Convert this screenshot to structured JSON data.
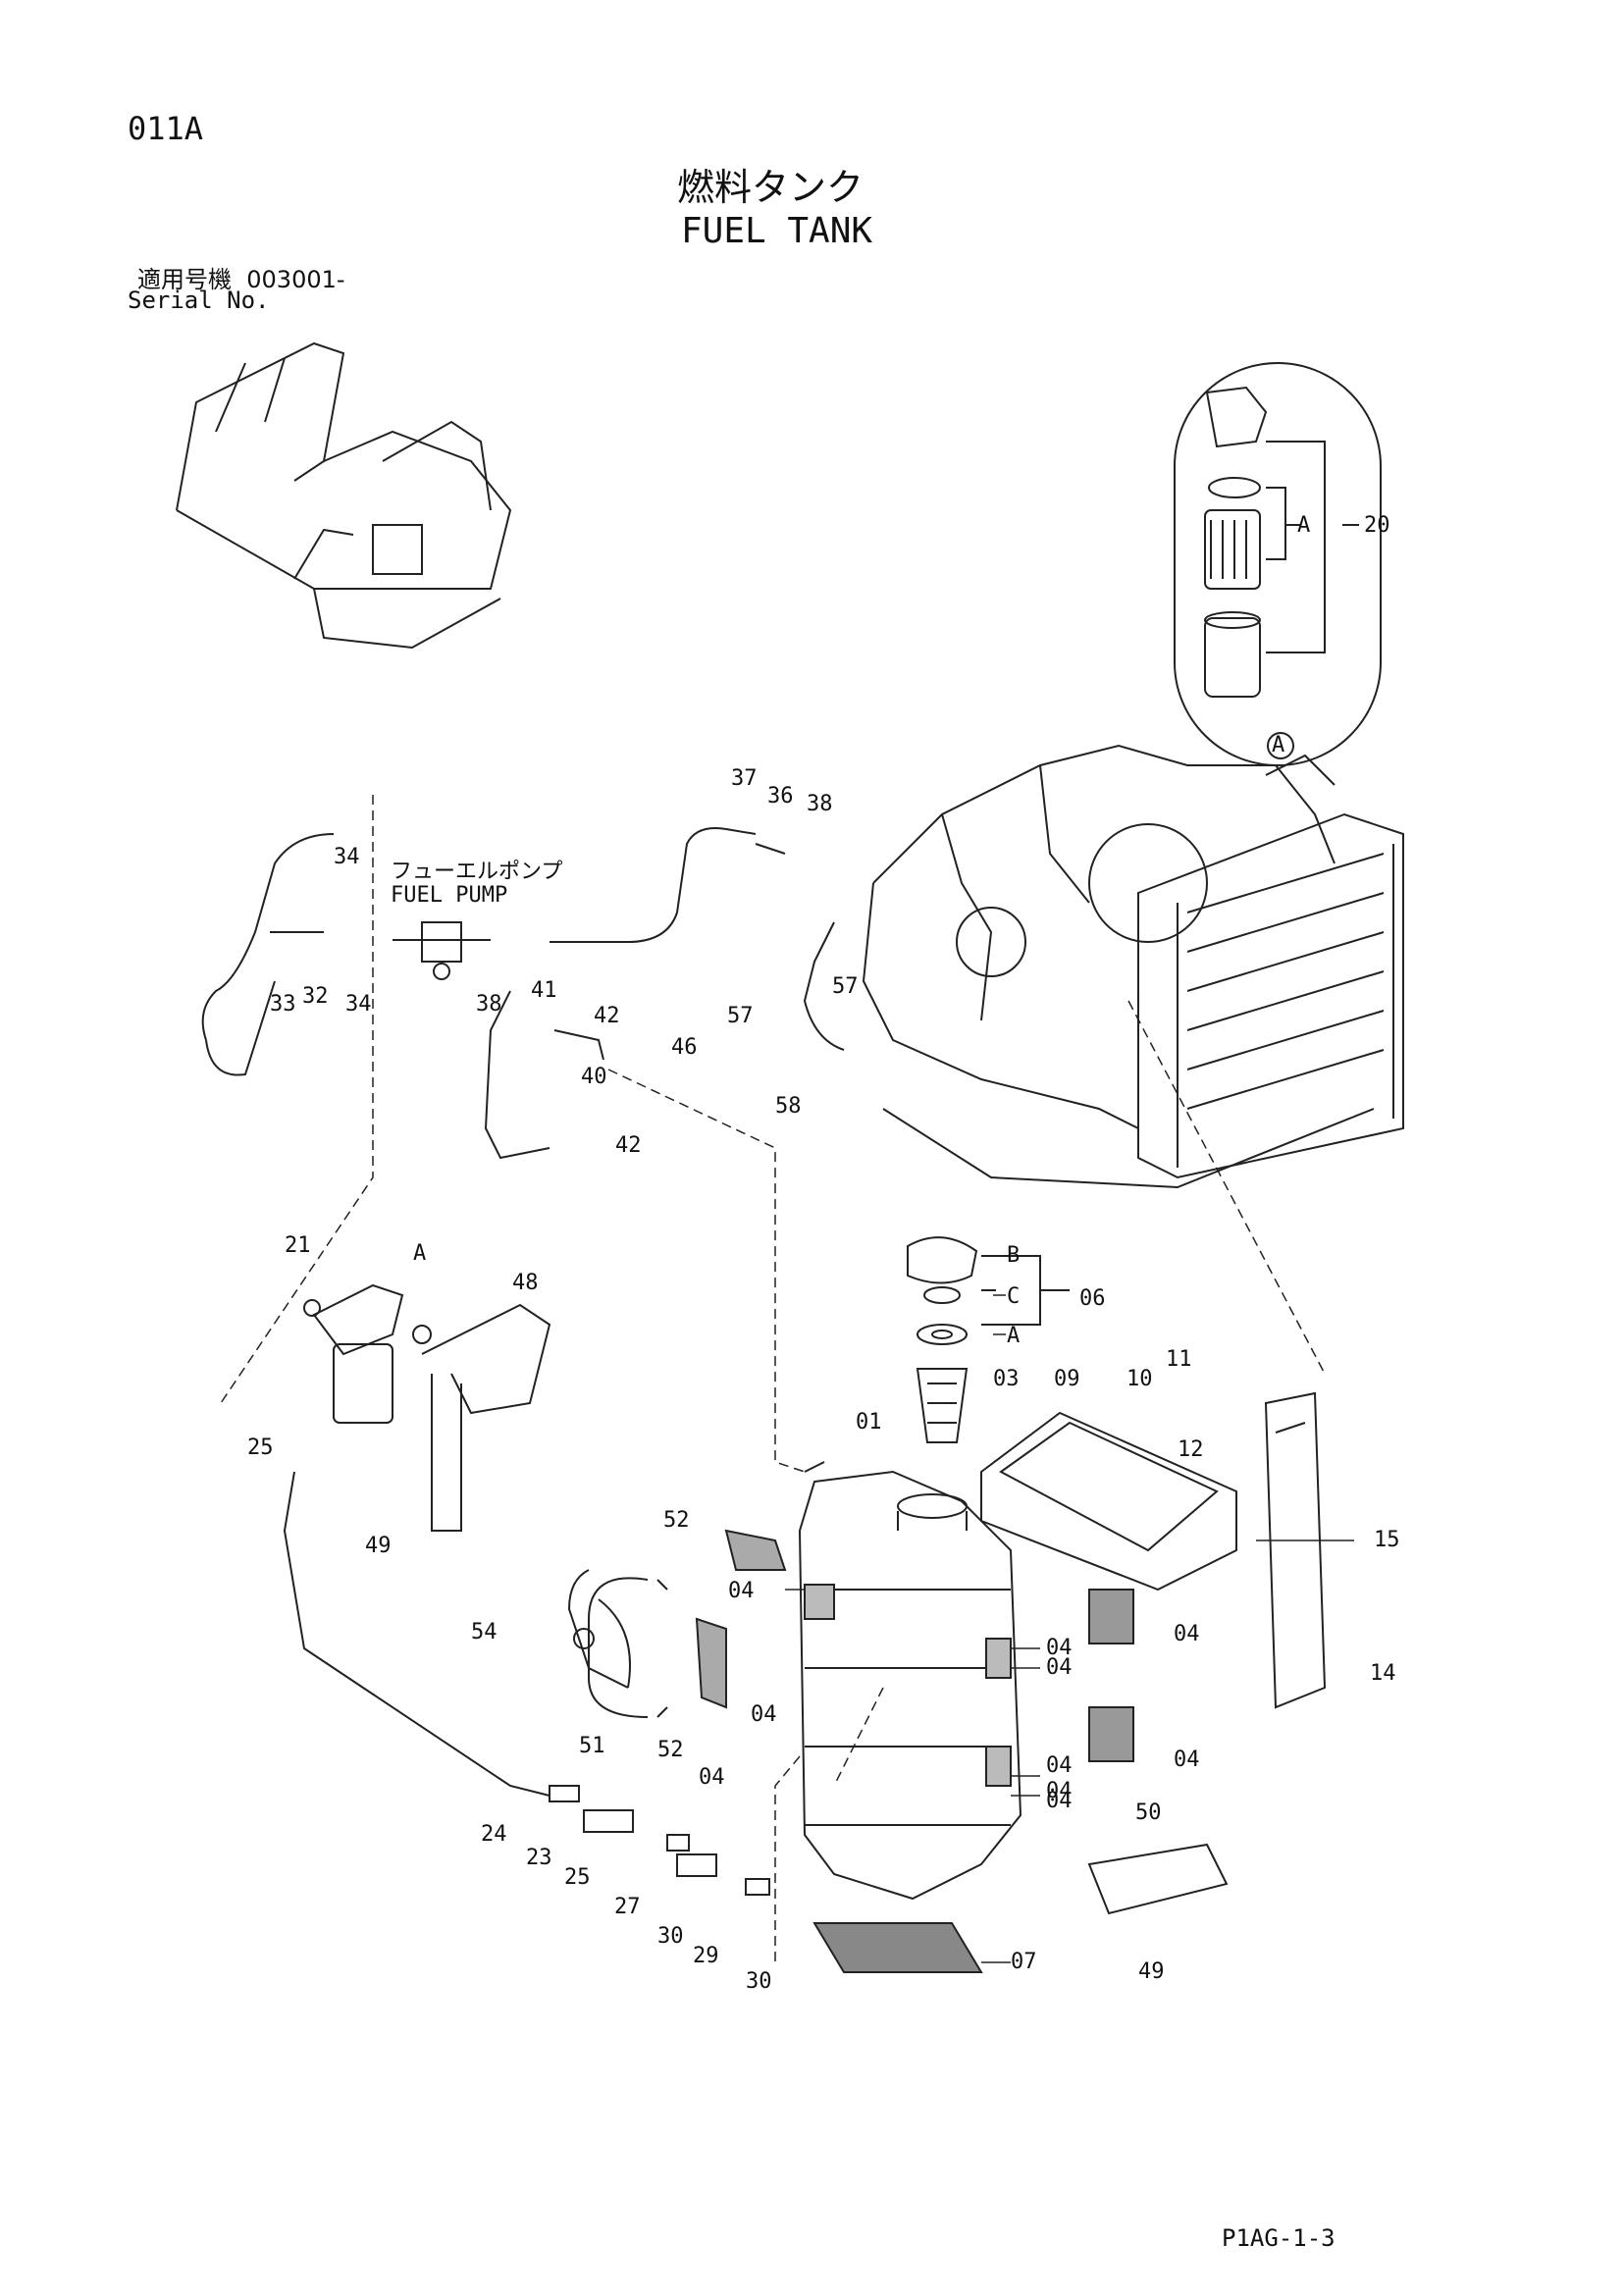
{
  "page_code": "011A",
  "title_jp": "燃料タンク",
  "title_en": "FUEL TANK",
  "serial": {
    "label_jp": "適用号機",
    "value": "003001-",
    "label_en": "Serial No."
  },
  "fuel_pump": {
    "label_jp": "フューエルポンプ",
    "label_en": "FUEL PUMP"
  },
  "footer_code": "P1AG-1-3",
  "callout_letters": [
    "A",
    "B",
    "C"
  ],
  "part_labels": [
    "20",
    "A",
    "A",
    "37",
    "36",
    "38",
    "34",
    "32",
    "33",
    "34",
    "38",
    "41",
    "42",
    "57",
    "46",
    "57",
    "58",
    "40",
    "42",
    "21",
    "A",
    "48",
    "25",
    "49",
    "B",
    "C",
    "A",
    "06",
    "03",
    "01",
    "09",
    "10",
    "11",
    "12",
    "15",
    "52",
    "04",
    "54",
    "04",
    "04",
    "04",
    "04",
    "04",
    "14",
    "51",
    "52",
    "04",
    "04",
    "04",
    "04",
    "50",
    "24",
    "23",
    "25",
    "27",
    "30",
    "29",
    "30",
    "07",
    "49"
  ]
}
